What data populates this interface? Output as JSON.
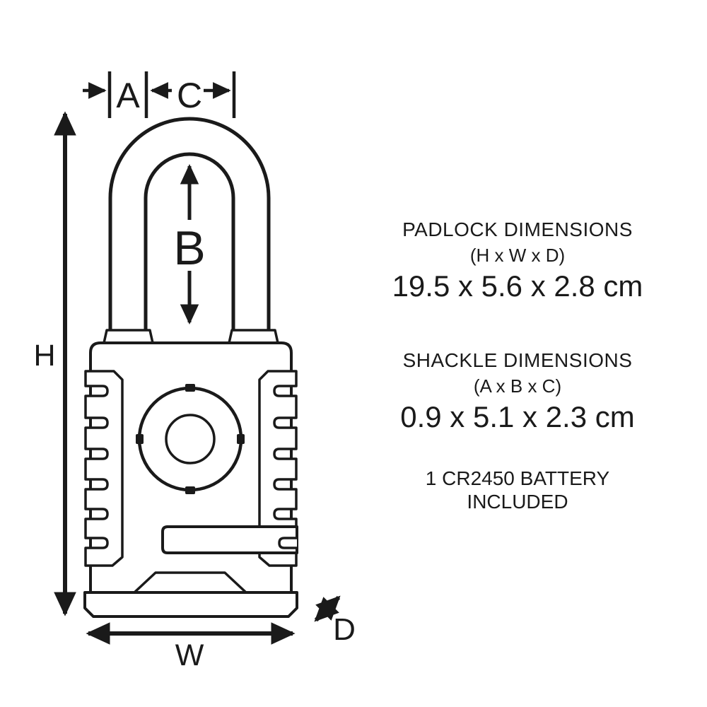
{
  "colors": {
    "ink": "#1a1a1a",
    "background": "#ffffff"
  },
  "diagram": {
    "labels": {
      "height": "H",
      "width": "W",
      "depth": "D",
      "shackle_diameter": "A",
      "shackle_vertical_clearance": "B",
      "shackle_horizontal_clearance": "C"
    }
  },
  "specs": {
    "padlock": {
      "title": "PADLOCK DIMENSIONS",
      "axes": "(H x W x D)",
      "value": "19.5 x 5.6 x 2.8 cm"
    },
    "shackle": {
      "title": "SHACKLE DIMENSIONS",
      "axes": "(A x B x C)",
      "value": "0.9 x 5.1 x 2.3 cm"
    },
    "battery": {
      "line1": "1 CR2450 BATTERY",
      "line2": "INCLUDED"
    }
  }
}
